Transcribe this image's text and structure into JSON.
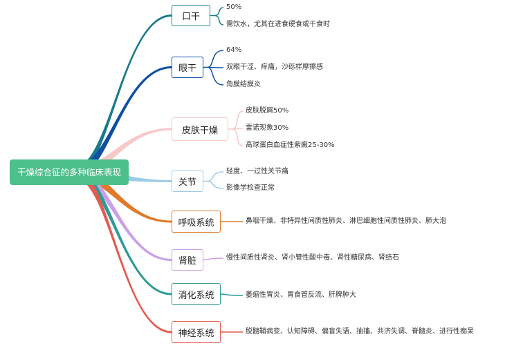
{
  "root": {
    "label": "干燥综合征的多种临床表现"
  },
  "branches": [
    {
      "label": "口干",
      "color": "#1a7a8c",
      "items": [
        "50%",
        "需饮水，尤其在进食硬食或干食时"
      ]
    },
    {
      "label": "眼干",
      "color": "#0d4fa3",
      "items": [
        "64%",
        "双眼干涩、痒痛，沙砾样摩擦感",
        "角膜结膜炎"
      ]
    },
    {
      "label": "皮肤干燥",
      "color": "#f7c8c8",
      "items": [
        "皮肤脱屑50%",
        "雷诺现象30%",
        "高球蛋白血症性紫癜25-30%"
      ]
    },
    {
      "label": "关节",
      "color": "#9ccbe8",
      "items": [
        "轻度、一过性关节痛",
        "影像学检查正常"
      ]
    },
    {
      "label": "呼吸系统",
      "color": "#e07a2a",
      "items": [
        "鼻咽干燥、非特异性间质性肺炎、淋巴细胞性间质性肺炎、肺大泡"
      ]
    },
    {
      "label": "肾脏",
      "color": "#c9a0e6",
      "items": [
        "慢性间质性肾炎、肾小管性酸中毒、肾性糖尿病、肾结石"
      ]
    },
    {
      "label": "消化系统",
      "color": "#2e9a96",
      "items": [
        "萎缩性胃炎、胃食管反流、肝脾肿大"
      ]
    },
    {
      "label": "神经系统",
      "color": "#e25c4e",
      "items": [
        "脱髓鞘病变、认知障碍、偏盲失语、抽搐、共济失调、脊髓炎、进行性痴呆"
      ]
    }
  ]
}
